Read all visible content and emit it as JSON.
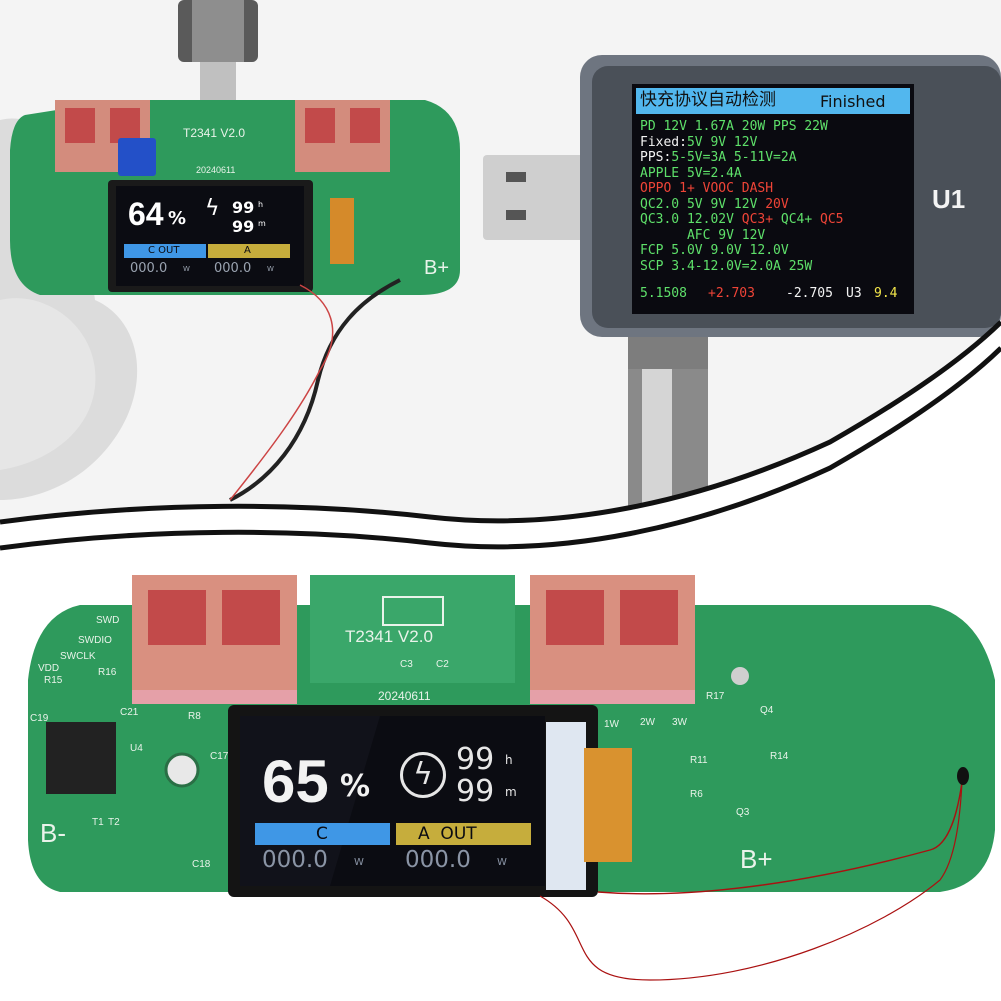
{
  "colors": {
    "pcb": "#2e9a5c",
    "pcb_dark": "#1f7a44",
    "screen_bg": "#0b0c12",
    "c_bar": "#3f97e6",
    "a_bar": "#c6ad3c",
    "tester_title_bg": "#52b7ee",
    "tester_green": "#5ee06a",
    "tester_red": "#ef4437",
    "tester_yellow": "#f3e64a",
    "tester_white": "#f4f4f4"
  },
  "top_board": {
    "silkscreen_model": "T2341 V2.0",
    "silkscreen_date": "20240611",
    "label_b_plus": "B+",
    "screen": {
      "percent": "64",
      "percent_sign": "%",
      "bolt_icon": "lightning-icon",
      "hours": "99",
      "hours_unit": "h",
      "minutes": "99",
      "minutes_unit": "m",
      "left_bar": "C OUT",
      "right_bar": "A",
      "left_value": "000.0",
      "left_unit": "W",
      "right_value": "000.0",
      "right_unit": "W"
    }
  },
  "tester": {
    "side_label": "U1",
    "title_cn": "快充协议自动检测",
    "title_status": "Finished",
    "lines": [
      {
        "segments": [
          {
            "text": "PD 12V 1.67A 20W PPS 22W",
            "color": "green"
          }
        ]
      },
      {
        "segments": [
          {
            "text": "Fixed:",
            "color": "white"
          },
          {
            "text": "5V 9V 12V",
            "color": "green"
          }
        ]
      },
      {
        "segments": [
          {
            "text": "PPS:",
            "color": "white"
          },
          {
            "text": "5-5V=3A 5-11V=2A",
            "color": "green"
          }
        ]
      },
      {
        "segments": [
          {
            "text": "APPLE 5V=2.4A",
            "color": "green"
          }
        ]
      },
      {
        "segments": [
          {
            "text": "OPPO 1+ VOOC DASH",
            "color": "red"
          }
        ]
      },
      {
        "segments": [
          {
            "text": "QC2.0 5V 9V 12V ",
            "color": "green"
          },
          {
            "text": "20V",
            "color": "red"
          }
        ]
      },
      {
        "segments": [
          {
            "text": "QC3.0 12.02V ",
            "color": "green"
          },
          {
            "text": "QC3+",
            "color": "red"
          },
          {
            "text": " QC4+ ",
            "color": "green"
          },
          {
            "text": "QC5",
            "color": "red"
          }
        ]
      },
      {
        "segments": [
          {
            "text": "      AFC 9V 12V",
            "color": "green"
          }
        ]
      },
      {
        "segments": [
          {
            "text": "FCP 5.0V 9.0V 12.0V",
            "color": "green"
          }
        ]
      },
      {
        "segments": [
          {
            "text": "SCP 3.4-12.0V=2.0A 25W",
            "color": "green"
          }
        ]
      }
    ],
    "footer": [
      {
        "text": "5.1508",
        "color": "green"
      },
      {
        "text": "+2.703",
        "color": "red"
      },
      {
        "text": "-2.705",
        "color": "white"
      },
      {
        "text": "U3",
        "color": "white"
      },
      {
        "text": "9.4",
        "color": "yellow"
      }
    ]
  },
  "bottom_board": {
    "silkscreen_model": "T2341 V2.0",
    "silkscreen_date": "20240611",
    "labels": [
      "SWD",
      "SWDIO",
      "SWCLK",
      "VDD",
      "R15",
      "R16",
      "C21",
      "C19",
      "U4",
      "C17",
      "R8",
      "C18",
      "R17",
      "Q4",
      "R14",
      "R11",
      "R6",
      "Q3",
      "1W",
      "2W",
      "3W",
      "C3",
      "C2",
      "T1",
      "T2"
    ],
    "label_b_minus": "B-",
    "label_b_plus": "B+",
    "screen": {
      "percent": "65",
      "percent_sign": "%",
      "bolt_icon": "lightning-icon",
      "hours": "99",
      "hours_unit": "h",
      "minutes": "99",
      "minutes_unit": "m",
      "left_bar": "C",
      "right_bar": "A  OUT",
      "left_value": "000.0",
      "left_unit": "W",
      "right_value": "000.0",
      "right_unit": "W"
    }
  }
}
